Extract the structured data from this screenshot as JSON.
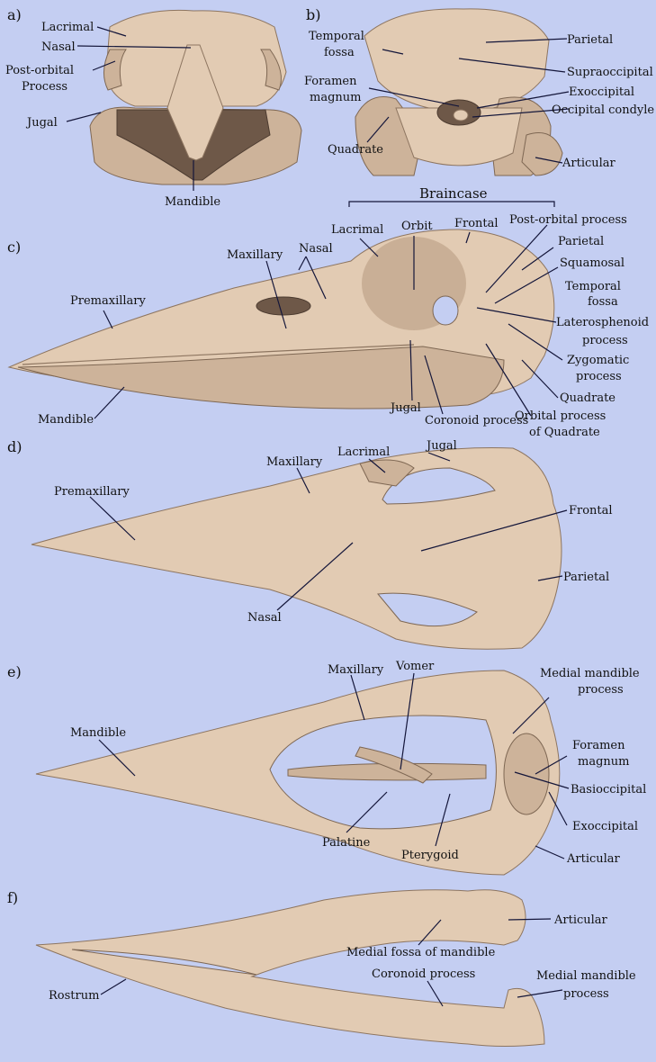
{
  "panels": {
    "a": {
      "letter": "a)",
      "labels": [
        "Lacrimal",
        "Nasal",
        "Post-orbital",
        "Process",
        "Jugal",
        "Mandible"
      ]
    },
    "b": {
      "letter": "b)",
      "labels": [
        "Temporal",
        "fossa",
        "Parietal",
        "Supraoccipital",
        "Foramen",
        "magnum",
        "Exoccipital",
        "Occipital condyle",
        "Quadrate",
        "Articular"
      ]
    },
    "c": {
      "letter": "c)",
      "header": "Braincase",
      "labels": [
        "Lacrimal",
        "Orbit",
        "Frontal",
        "Post-orbital process",
        "Maxillary",
        "Nasal",
        "Parietal",
        "Squamosal",
        "Temporal",
        "fossa",
        "Premaxillary",
        "Laterosphenoid",
        "process",
        "Zygomatic",
        "process",
        "Quadrate",
        "Orbital process",
        "of Quadrate",
        "Jugal",
        "Coronoid process",
        "Mandible"
      ]
    },
    "d": {
      "letter": "d)",
      "labels": [
        "Jugal",
        "Lacrimal",
        "Maxillary",
        "Premaxillary",
        "Frontal",
        "Parietal",
        "Nasal"
      ]
    },
    "e": {
      "letter": "e)",
      "labels": [
        "Maxillary",
        "Vomer",
        "Medial mandible",
        "process",
        "Mandible",
        "Foramen",
        "magnum",
        "Basioccipital",
        "Exoccipital",
        "Articular",
        "Palatine",
        "Pterygoid"
      ]
    },
    "f": {
      "letter": "f)",
      "labels": [
        "Articular",
        "Medial fossa of mandible",
        "Coronoid process",
        "Medial mandible",
        "process",
        "Rostrum"
      ]
    }
  }
}
